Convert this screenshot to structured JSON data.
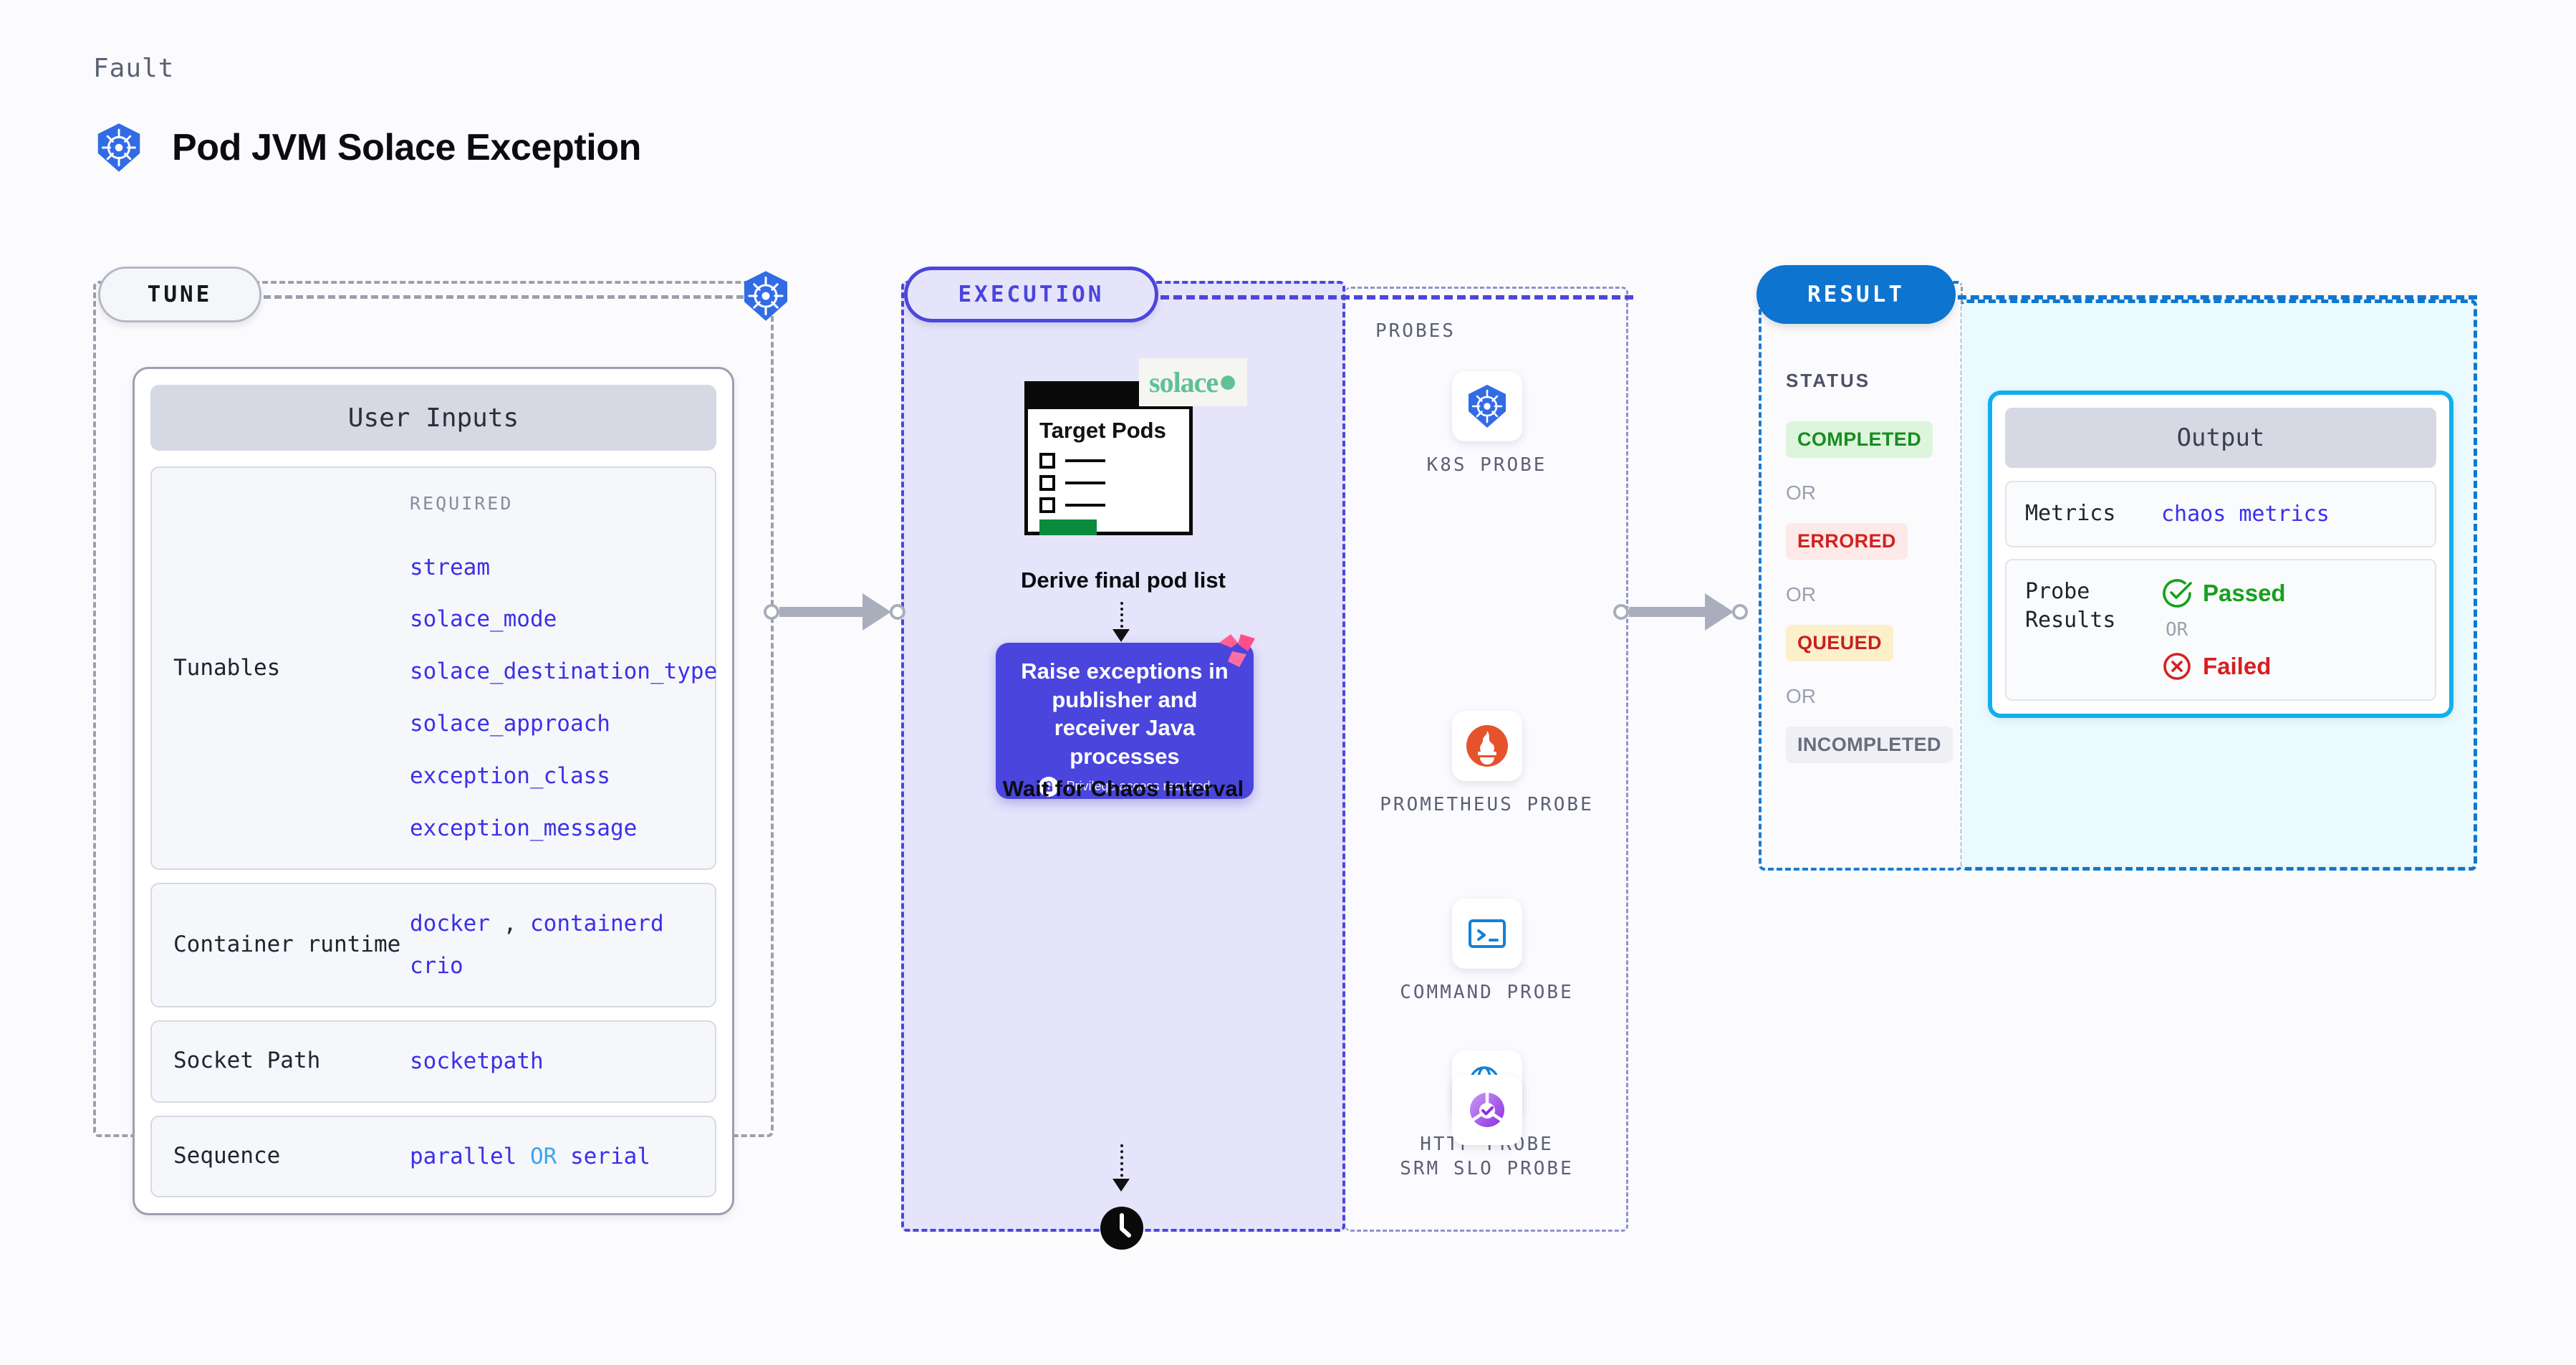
{
  "header": {
    "eyebrow": "Fault",
    "title": "Pod JVM Solace Exception",
    "icon": "kubernetes-icon"
  },
  "sections": {
    "tune": {
      "pill": "TUNE",
      "badge_icon": "kubernetes-icon"
    },
    "execution": {
      "pill": "EXECUTION"
    },
    "result": {
      "pill": "RESULT"
    }
  },
  "tune": {
    "card_title": "User Inputs",
    "rows": [
      {
        "label": "Tunables",
        "caption": "REQUIRED",
        "values": [
          "stream",
          "solace_mode",
          "solace_destination_type",
          "solace_approach",
          "exception_class",
          "exception_message"
        ]
      },
      {
        "label": "Container runtime",
        "values": [
          "docker",
          "containerd",
          "crio"
        ],
        "separator": ","
      },
      {
        "label": "Socket Path",
        "values": [
          "socketpath"
        ]
      },
      {
        "label": "Sequence",
        "values": [
          "parallel",
          "serial"
        ],
        "joiner": "OR"
      }
    ]
  },
  "execution": {
    "pod_card": {
      "title": "Target Pods",
      "checkbox_count": 3,
      "logo": "solace",
      "logo_text": "solace"
    },
    "derive_caption": "Derive final pod list",
    "action_box": {
      "title": "Raise exceptions in publisher and receiver Java processes",
      "privilege_note": "Privilege access required",
      "privilege_icon": "lock-icon",
      "corner_icon": "litmus-logo-icon",
      "color": "#4a45dd"
    },
    "wait_caption": "Wait for Chaos Interval",
    "wait_icon": "clock-icon"
  },
  "probes": {
    "caption": "PROBES",
    "items": [
      {
        "name": "K8S PROBE",
        "icon": "kubernetes-icon"
      },
      {
        "name": "PROMETHEUS PROBE",
        "icon": "prometheus-icon"
      },
      {
        "name": "HTTP PROBE",
        "icon": "http-globe-warning-icon"
      },
      {
        "name": "COMMAND PROBE",
        "icon": "terminal-icon"
      },
      {
        "name": "SRM SLO PROBE",
        "icon": "srm-slo-icon"
      }
    ]
  },
  "result": {
    "status_caption": "STATUS",
    "or_label": "OR",
    "statuses": [
      {
        "label": "COMPLETED",
        "bg": "#ddf5dd",
        "color": "#1a8c1e"
      },
      {
        "label": "ERRORED",
        "bg": "#fde9e7",
        "color": "#cf2222"
      },
      {
        "label": "QUEUED",
        "bg": "#fcf0ca",
        "color": "#c92020"
      },
      {
        "label": "INCOMPLETED",
        "bg": "#eff0f4",
        "color": "#676d7e"
      }
    ]
  },
  "output": {
    "card_title": "Output",
    "metrics_label": "Metrics",
    "metrics_value": "chaos metrics",
    "probe_results_label": "Probe Results",
    "passed_label": "Passed",
    "failed_label": "Failed",
    "or_label": "OR",
    "passed_icon": "check-circle-icon",
    "failed_icon": "x-circle-icon"
  }
}
